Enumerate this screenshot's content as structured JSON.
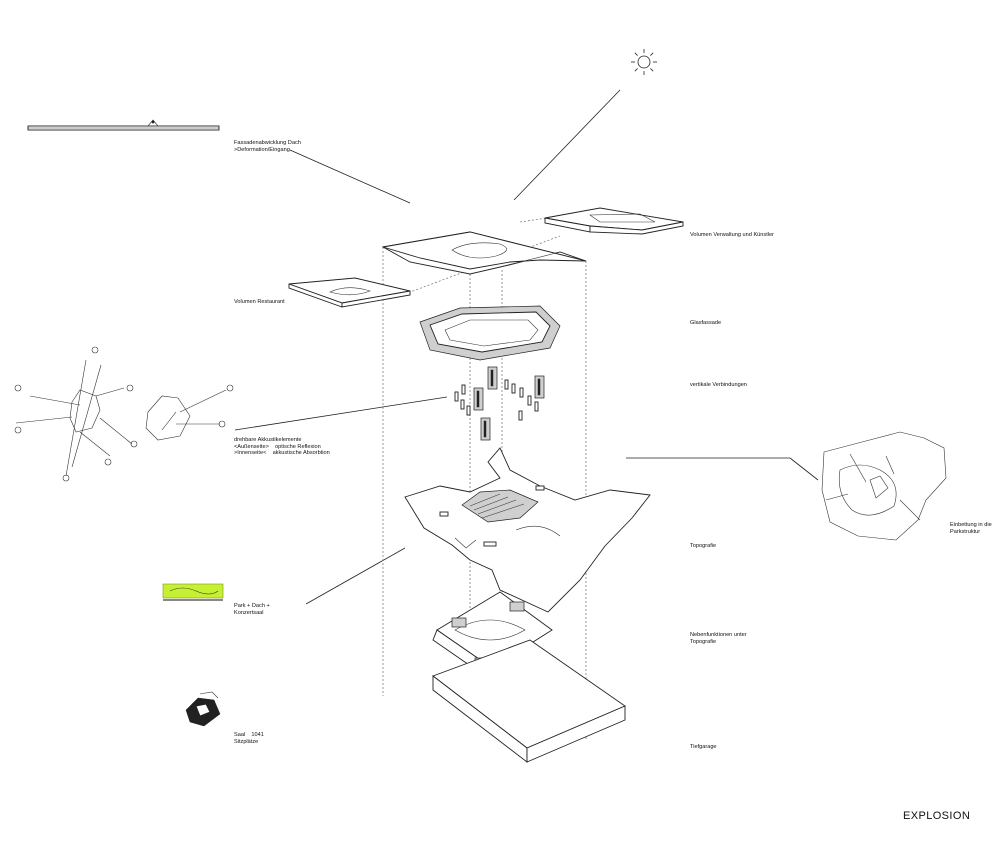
{
  "title": "EXPLOSION",
  "labels": {
    "fassade": "Fassadenabwicklung Dach\n>Deformation/Eingang",
    "verwaltung": "Volumen Verwaltung und Künstler",
    "restaurant": "Volumen Restaurant",
    "glasfassade": "Glasfassade",
    "vertikale": "vertikale Verbindungen",
    "akustik": "drehbare Akkustikelemente\n<Außenseite>    optische Reflexion\n>Innenseite<    akkustische Absorbtion",
    "einbettung": "Einbettung in die\nParkstruktur",
    "topografie": "Topografie",
    "park": "Park + Dach +\nKonzertsaal",
    "neben": "Nebenfunktionen unter\nTopografie",
    "saal": "Saal    1041\nSitzplätze",
    "tiefgarage": "Tiefgarage"
  },
  "colors": {
    "accent": "#c6f032",
    "ink": "#222222"
  },
  "icons": [
    "sun-icon"
  ]
}
